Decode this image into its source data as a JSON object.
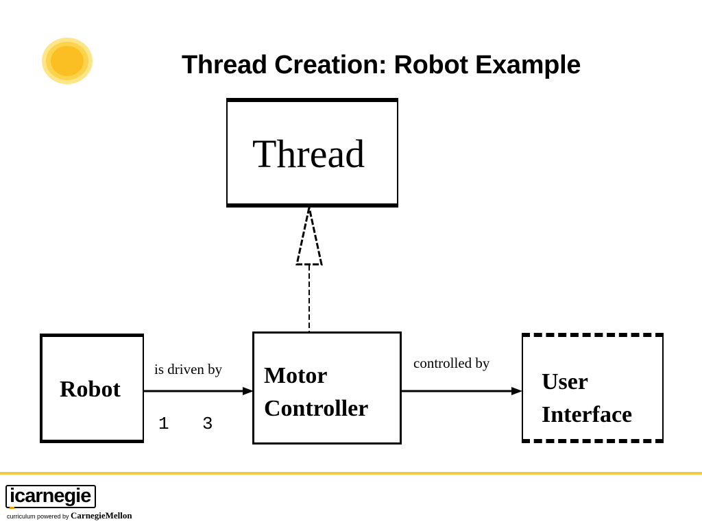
{
  "title": "Thread Creation: Robot Example",
  "colors": {
    "sun": "#f8c830",
    "footer_rule": "#f8c840",
    "logo_accent": "#e8a000"
  },
  "diagram": {
    "nodes": {
      "thread": {
        "label": "Thread"
      },
      "robot": {
        "label": "Robot"
      },
      "motor_controller": {
        "line1": "Motor",
        "line2": "Controller"
      },
      "user_interface": {
        "line1": "User",
        "line2": "Interface"
      }
    },
    "edges": {
      "robot_motor": {
        "label": "is driven by",
        "source_mult": "1",
        "target_mult": "3"
      },
      "motor_ui": {
        "label": "controlled by"
      },
      "motor_thread": {
        "type": "realization"
      }
    }
  },
  "footer": {
    "logo_first": "i",
    "logo_rest": "carnegie",
    "tagline": "curriculum powered by ",
    "tagline_brand": "CarnegieMellon"
  },
  "icons": {
    "decoration": "sun-icon"
  }
}
